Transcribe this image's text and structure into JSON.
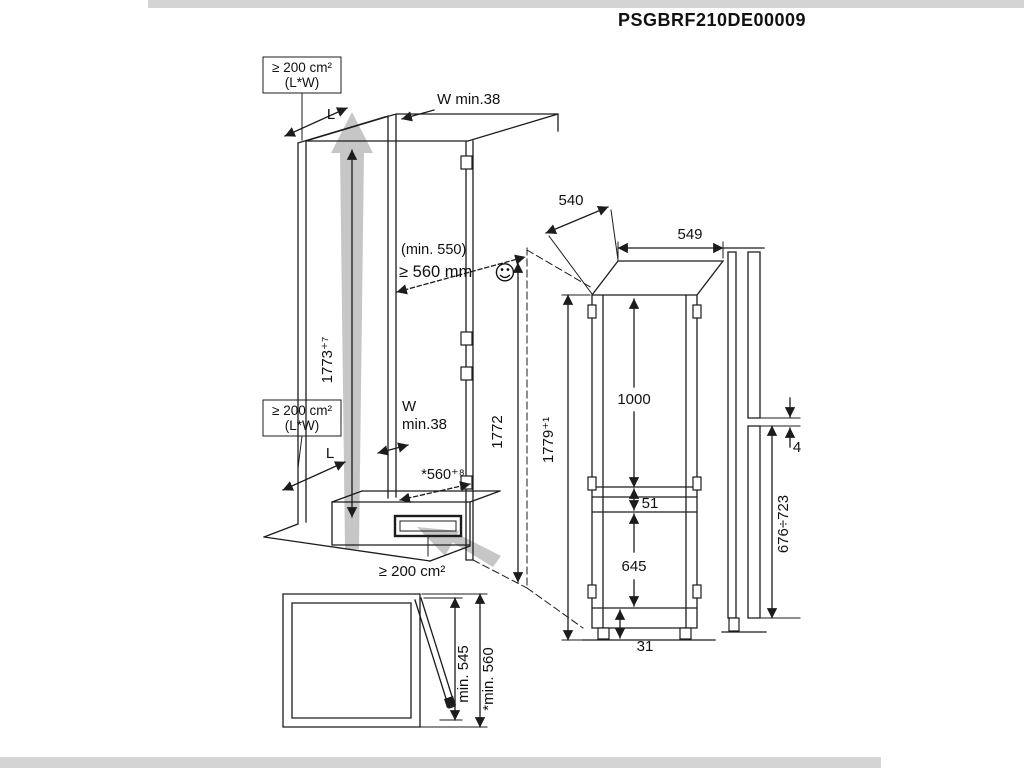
{
  "page": {
    "code": "PSGBRF210DE00009"
  },
  "niche": {
    "vent_top": {
      "line1": "≥ 200 cm²",
      "line2": "(L*W)"
    },
    "vent_mid": {
      "line1": "≥ 200 cm²",
      "line2": "(L*W)"
    },
    "vent_bottom": "≥ 200 cm²",
    "length_top": "L",
    "length_mid": "L",
    "wall_top": "W min.38",
    "wall_mid": {
      "line1": "W",
      "line2": "min.38"
    },
    "depth_min": "(min. 550)",
    "depth_required": "≥ 560 mm",
    "smiley": "☺",
    "niche_height": "1773⁺⁷",
    "plinth_depth": "*560⁺⁸",
    "appliance_height_proj": "1772"
  },
  "appliance": {
    "depth": "540",
    "width": "549",
    "height": "1779⁺¹",
    "upper_section": "1000",
    "mid_gap": "51",
    "lower_section": "645",
    "plinth_height": "31"
  },
  "side_view": {
    "door_gap": "4",
    "lower_panel_range": "676÷723"
  },
  "door_detail": {
    "min_clearance": "min. 545",
    "min_clearance_star": "*min. 560"
  }
}
